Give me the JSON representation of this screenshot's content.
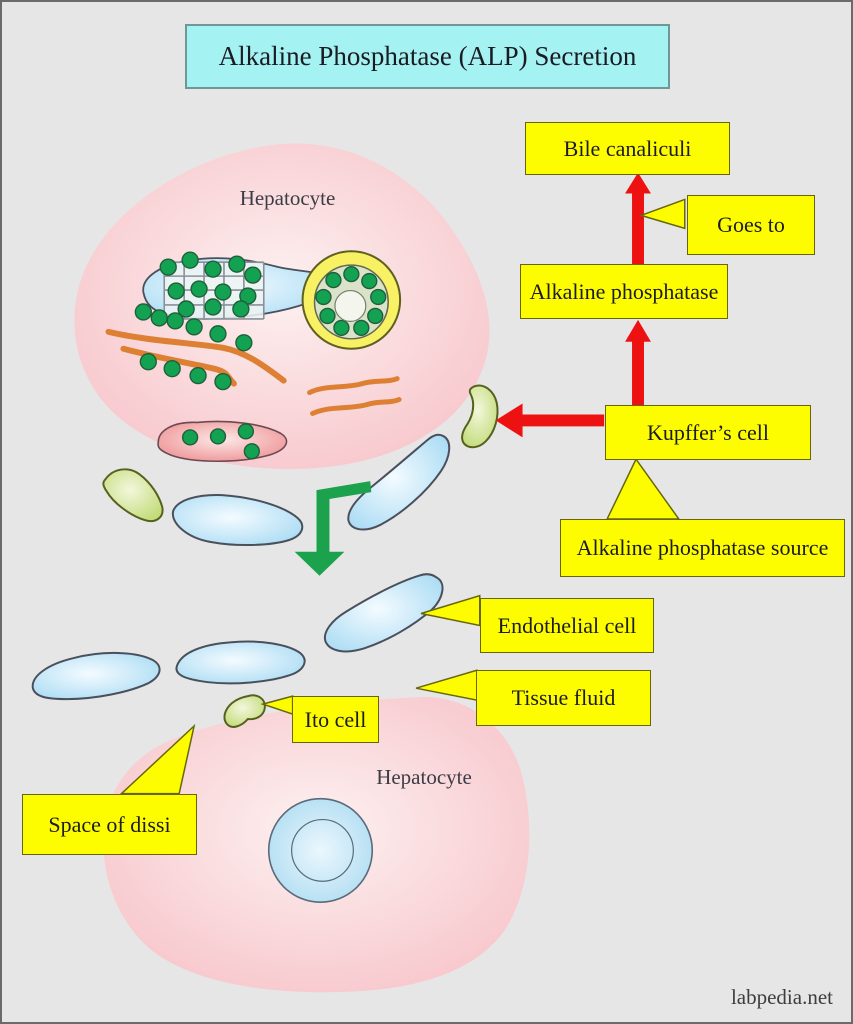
{
  "page": {
    "watermark": "labpedia.net"
  },
  "title": {
    "text": "Alkaline Phosphatase (ALP) Secretion"
  },
  "cells": {
    "hepatocyte_top_label": "Hepatocyte",
    "hepatocyte_bottom_label": "Hepatocyte"
  },
  "callouts": {
    "bile_canaliculi": "Bile canaliculi",
    "goes_to": "Goes to",
    "alkaline_phosphatase": "Alkaline phosphatase",
    "kupffer_cell": "Kupffer’s cell",
    "alp_source": "Alkaline phosphatase source",
    "endothelial_cell": "Endothelial cell",
    "tissue_fluid": "Tissue fluid",
    "ito_cell": "Ito cell",
    "space_of_disse": "Space of dissi"
  },
  "colors": {
    "background": "#e6e6e6",
    "frame": "#6a6a6a",
    "label_fill": "#fdfd00",
    "label_border": "#66660f",
    "title_fill": "#a5f2f2",
    "title_border": "#6f9797",
    "text_dark": "#1b1b22",
    "text_soft": "#3c3c46",
    "watermark": "#3d3d3d",
    "arrow_red": "#ee1111",
    "arrow_green": "#1ca24d",
    "cell_pink_center": "#fdf1f1",
    "cell_pink_edge": "#f7c6cb",
    "cell_outline": "#49505c",
    "crescent_blue_center": "#f4fbff",
    "crescent_blue_edge": "#abdcf4",
    "green_cell_center": "#f3f7dc",
    "green_cell_edge": "#c3dc7b",
    "green_cell_outline": "#56611d",
    "organelle_orange": "#dd8033",
    "dot_green": "#13a152",
    "dot_outline": "#205f3a",
    "nucleus_ring": "#f7f163",
    "nucleus_inner": "#dbe2ca",
    "nucleus_core": "#f4f5ec",
    "red_organelle_center": "#fce9e6",
    "red_organelle_edge": "#ef9598",
    "blue_nucleus_center": "#ebf7fd",
    "blue_nucleus_edge": "#aedcf2",
    "grid_line": "#8a9098",
    "grid_fill": "#eef3f2"
  }
}
